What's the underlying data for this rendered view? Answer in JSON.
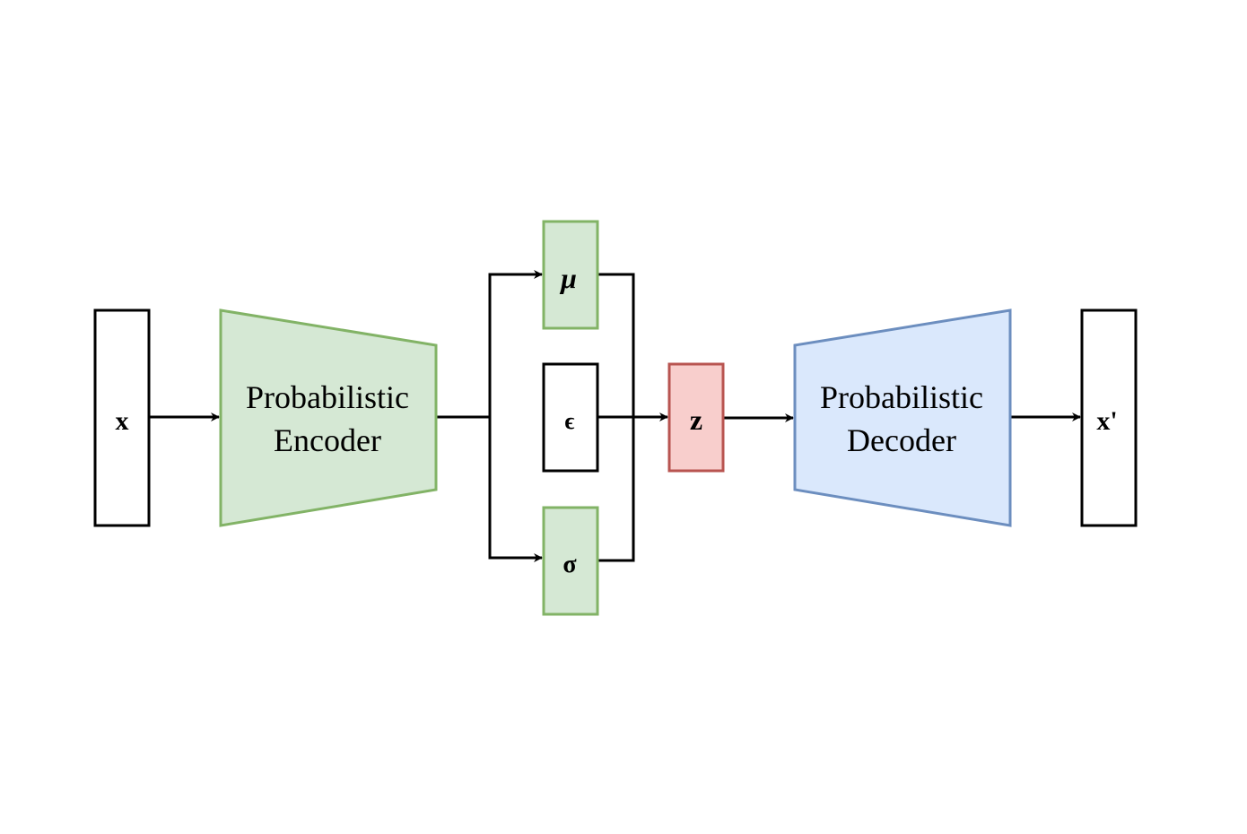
{
  "nodes": {
    "x": {
      "label": "x"
    },
    "encoder": {
      "line1": "Probabilistic",
      "line2": "Encoder"
    },
    "mu": {
      "label": "μ"
    },
    "epsilon": {
      "label": "ϵ"
    },
    "sigma": {
      "label": "σ"
    },
    "z": {
      "label": "z"
    },
    "decoder": {
      "line1": "Probabilistic",
      "line2": "Decoder"
    },
    "x_prime": {
      "label": "x'"
    }
  },
  "colors": {
    "green_fill": "#d5e8d4",
    "green_stroke": "#82b366",
    "red_fill": "#f8cecc",
    "red_stroke": "#b85450",
    "blue_fill": "#dae8fc",
    "blue_stroke": "#6c8ebf",
    "line": "#000000"
  }
}
